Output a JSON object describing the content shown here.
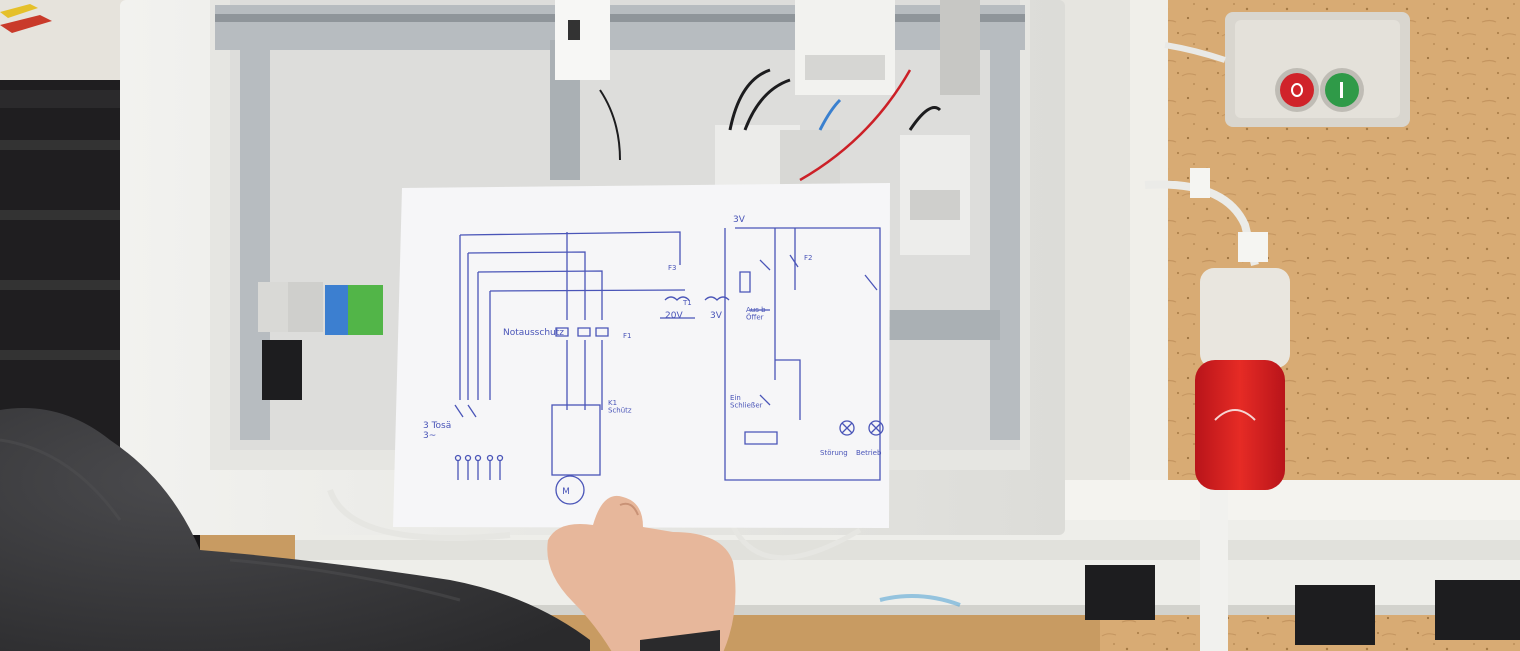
{
  "schematic": {
    "labels": {
      "voltage_main": "20V",
      "voltage_sec": "3V",
      "voltage_top": "3V",
      "notaus": "Notausschutz",
      "motor": "M",
      "s_left": "3 Tosä\n3~",
      "aus": "Aus b\nÖffer",
      "ein": "Ein\nSchließer",
      "stoer": "Störung",
      "betrieb": "Betrieb",
      "k_schuetz": "K1\nSchütz",
      "t1": "T1",
      "f3": "F3",
      "f1": "F1",
      "f2": "F2"
    }
  },
  "colors": {
    "wall": "#d9ad78",
    "cabinet": "#e9eae6",
    "paper": "#f6f6f8",
    "ink": "#4a55b8",
    "plug_red": "#d8201e",
    "button_red": "#d0232a",
    "button_green": "#2f9a48",
    "sweater": "#3b3b3d",
    "skin": "#e7b79b"
  },
  "icons": [
    "stop-button-icon",
    "start-button-icon",
    "motor-symbol-icon",
    "lamp-symbol-icon"
  ]
}
